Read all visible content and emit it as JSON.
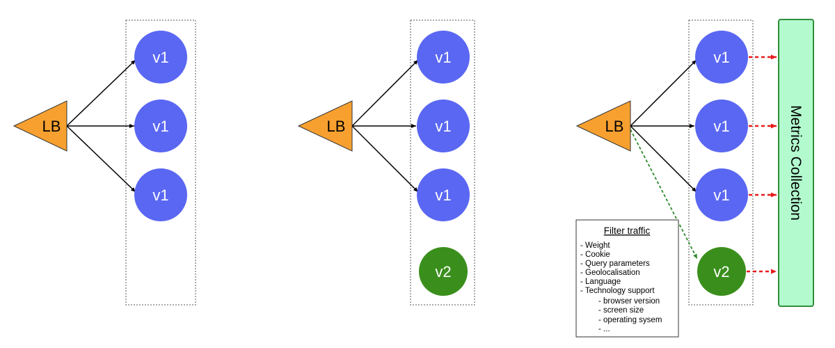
{
  "colors": {
    "v1": "#5a67f2",
    "v2": "#3a8f1c",
    "lb": "#f7a030",
    "metrics_fill": "#b3fbcf",
    "metrics_stroke": "#2f8f3a",
    "traffic_arrow": "#000000",
    "canary_arrow": "#2b8a2b",
    "metrics_arrow": "#e81c1c"
  },
  "panels": [
    {
      "lb_label": "LB",
      "nodes": [
        "v1",
        "v1",
        "v1"
      ]
    },
    {
      "lb_label": "LB",
      "nodes": [
        "v1",
        "v1",
        "v1",
        "v2"
      ]
    },
    {
      "lb_label": "LB",
      "nodes": [
        "v1",
        "v1",
        "v1",
        "v2"
      ],
      "metrics_label": "Metrics Collection",
      "filter": {
        "title": "Filter traffic",
        "items": [
          "- Weight",
          "- Cookie",
          "- Query parameters",
          "- Geolocalisation",
          "- Language",
          "- Technology support",
          "- browser version",
          "- screen size",
          "- operating sysem",
          "- ..."
        ]
      }
    }
  ]
}
